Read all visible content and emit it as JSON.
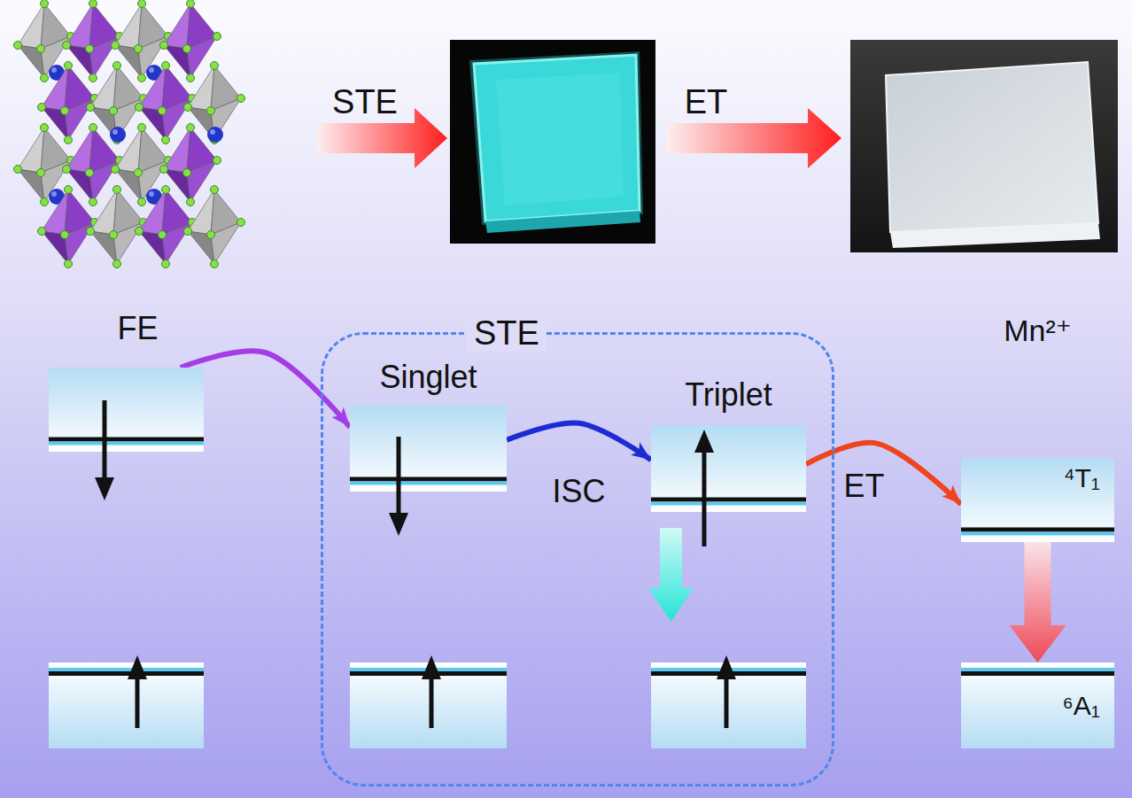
{
  "diagram": {
    "nodes": [
      {
        "text": [
          "FE"
        ]
      },
      {
        "text": [
          "STE"
        ]
      },
      {
        "text": [
          "Singlet"
        ],
        "in": 1
      },
      {
        "text": [
          "Triplet"
        ],
        "in": 1
      },
      {
        "text": [
          "Mn²⁺",
          "⁴T₁"
        ]
      },
      {
        "text": [
          "⁶A₁"
        ]
      }
    ],
    "edges": [
      {
        "from": 0,
        "to": 2,
        "arrow": "to"
      },
      {
        "from": 2,
        "to": 3,
        "label": "ISC",
        "arrow": "to"
      },
      {
        "from": 3,
        "to": 4,
        "label": "ET",
        "arrow": "to"
      },
      {
        "from": 4,
        "to": 5,
        "arrow": "to"
      }
    ],
    "labels": [
      "STE",
      "ET"
    ]
  }
}
